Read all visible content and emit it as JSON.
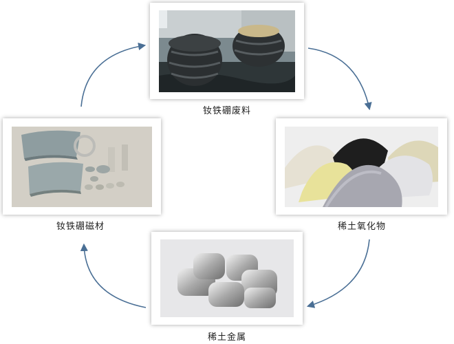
{
  "nodes": [
    {
      "id": "waste",
      "label": "钕铁硼废料"
    },
    {
      "id": "oxide",
      "label": "稀土氧化物"
    },
    {
      "id": "metal",
      "label": "稀土金属"
    },
    {
      "id": "magnet",
      "label": "钕铁硼磁材"
    }
  ],
  "colors": {
    "arrow": "#4a6f95",
    "card_shadow": "#999999"
  }
}
